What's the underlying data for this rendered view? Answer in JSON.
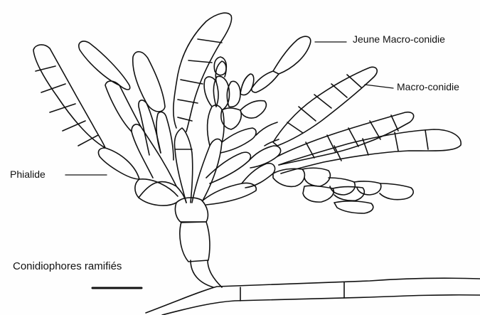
{
  "labels": {
    "jeune_macro_conidie": "Jeune Macro-conidie",
    "macro_conidie": "Macro-conidie",
    "phialide": "Phialide",
    "conidiophores": "Conidiophores ramifiés"
  },
  "colors": {
    "ink": "#111111",
    "background": "#fefefe"
  }
}
